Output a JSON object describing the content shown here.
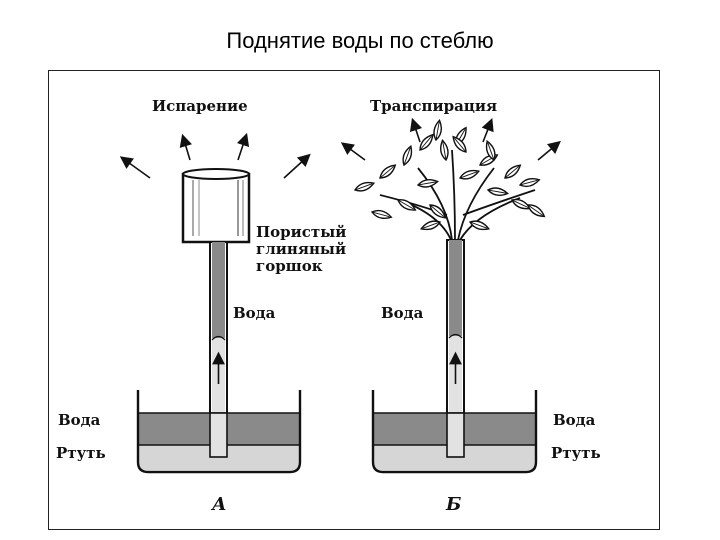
{
  "title": "Поднятие воды по стеблю",
  "left_setup": {
    "top_label": "Испарение",
    "pot_label": [
      "Пористый",
      "глиняный",
      "горшок"
    ],
    "tube_label": "Вода",
    "layer_water": "Вода",
    "layer_mercury": "Ртуть",
    "caption": "А"
  },
  "right_setup": {
    "top_label": "Транспирация",
    "tube_label": "Вода",
    "layer_water": "Вода",
    "layer_mercury": "Ртуть",
    "caption": "Б"
  },
  "colors": {
    "water": "#8a8a8a",
    "mercury": "#d6d6d6",
    "outline": "#111111"
  }
}
